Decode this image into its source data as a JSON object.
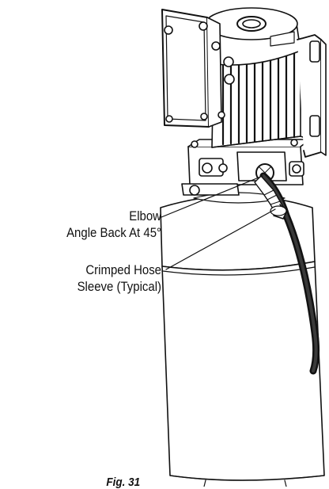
{
  "labels": {
    "elbow_line1": "Elbow",
    "elbow_line2": "Angle Back At 45°",
    "hose_line1": "Crimped Hose",
    "hose_line2": "Sleeve (Typical)"
  },
  "caption": "Fig. 31"
}
